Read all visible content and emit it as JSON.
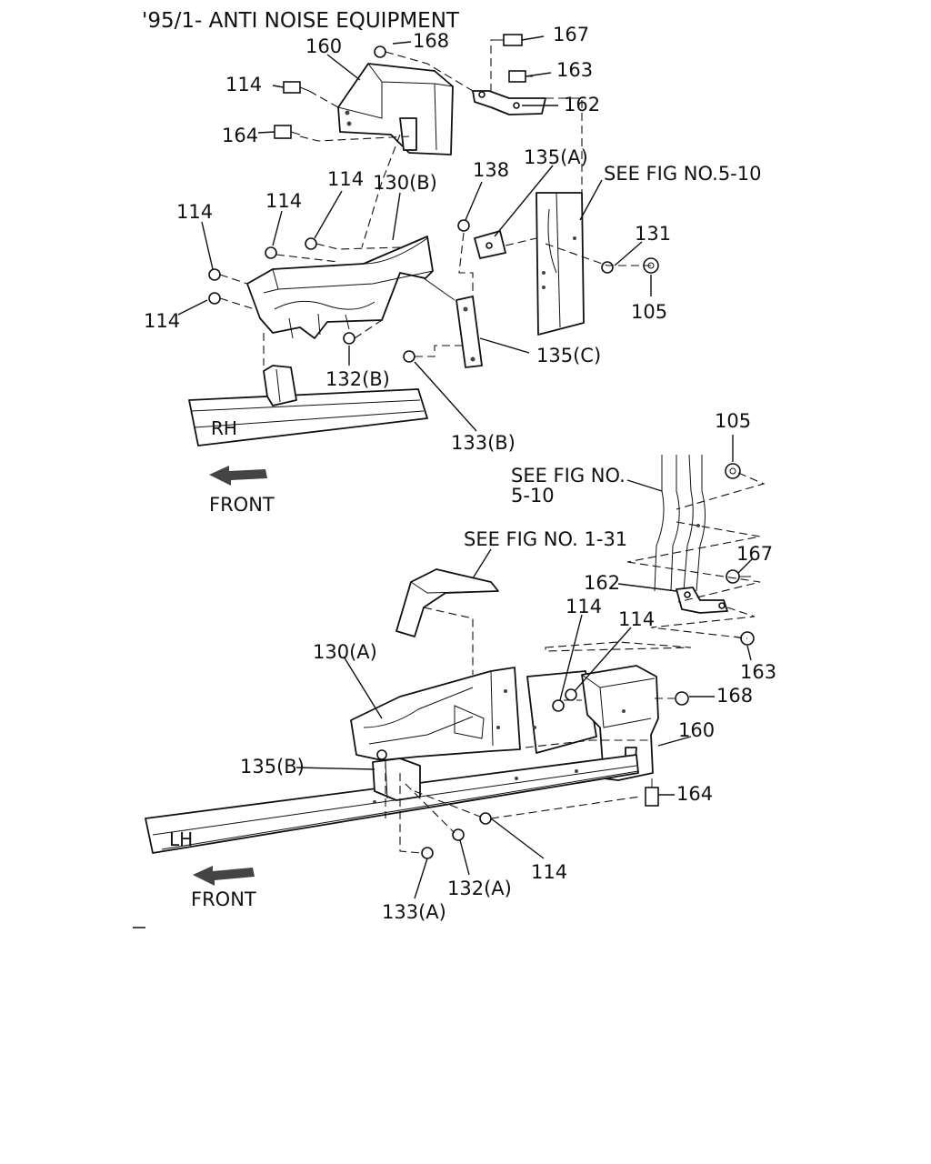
{
  "title": "'95/1- ANTI NOISE EQUIPMENT",
  "references": {
    "upper_fig_5_10": "SEE FIG NO.5-10",
    "lower_fig_5_10_line1": "SEE FIG NO.",
    "lower_fig_5_10_line2": "5-10",
    "lower_fig_1_31": "SEE FIG NO. 1-31"
  },
  "frame_labels": {
    "rh": "RH",
    "lh": "LH"
  },
  "direction_labels": {
    "upper_front": "FRONT",
    "lower_front": "FRONT"
  },
  "upper_callouts": {
    "c168": "168",
    "c160": "160",
    "c167": "167",
    "c163": "163",
    "c162": "162",
    "c114_a": "114",
    "c164": "164",
    "c138": "138",
    "c135a": "135(A)",
    "c114_b": "114",
    "c130b": "130(B)",
    "c114_c": "114",
    "c114_d": "114",
    "c131": "131",
    "c105": "105",
    "c114_e": "114",
    "c135c": "135(C)",
    "c132b": "132(B)",
    "c133b": "133(B)"
  },
  "lower_callouts": {
    "c105": "105",
    "c167": "167",
    "c162": "162",
    "c114_a": "114",
    "c114_b": "114",
    "c163": "163",
    "c130a": "130(A)",
    "c168": "168",
    "c160": "160",
    "c135b": "135(B)",
    "c164": "164",
    "c114_c": "114",
    "c132a": "132(A)",
    "c133a": "133(A)"
  }
}
